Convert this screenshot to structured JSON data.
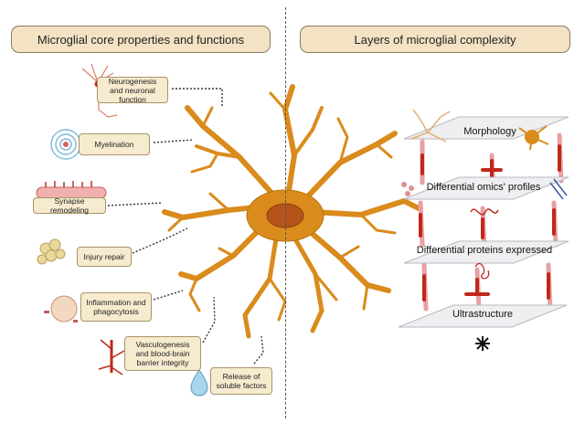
{
  "left_panel": {
    "title": "Microglial core properties and functions",
    "functions": [
      "Neurogenesis and neuronal function",
      "Myelination",
      "Synapse remodeling",
      "Injury repair",
      "Inflammation and phagocytosis",
      "Vasculogenesis and blood-brain barrier integrity",
      "Release of soluble factors"
    ]
  },
  "right_panel": {
    "title": "Layers of microglial complexity",
    "layers": [
      "Morphology",
      "Differential omics' profiles",
      "Differential proteins expressed",
      "Ultrastructure"
    ]
  },
  "colors": {
    "microglia_body": "#d98b1c",
    "microglia_nucleus": "#b5531a",
    "box_fill": "#f6ebcf",
    "header_fill": "#f3e3c4",
    "vessel_red": "#c0281c",
    "vessel_pink": "#e8a0a0",
    "plane_fill": "#efeff2"
  }
}
